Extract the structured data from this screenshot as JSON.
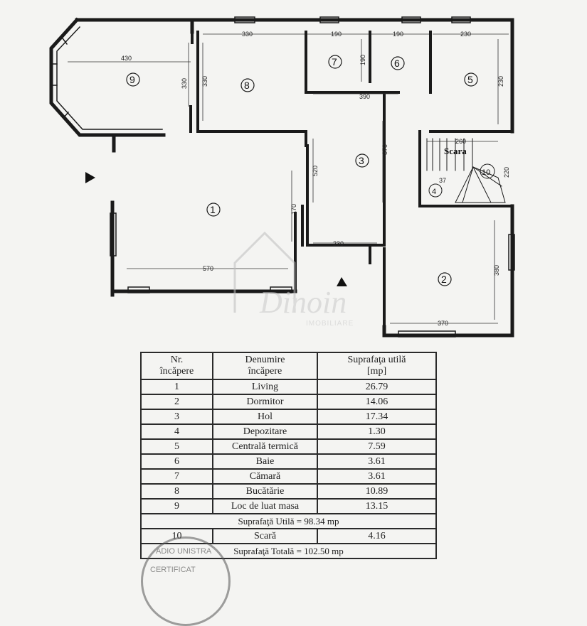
{
  "rooms": [
    {
      "num": "1",
      "name": "Living",
      "area": "26.79"
    },
    {
      "num": "2",
      "name": "Dormitor",
      "area": "14.06"
    },
    {
      "num": "3",
      "name": "Hol",
      "area": "17.34"
    },
    {
      "num": "4",
      "name": "Depozitare",
      "area": "1.30"
    },
    {
      "num": "5",
      "name": "Centrală termică",
      "area": "7.59"
    },
    {
      "num": "6",
      "name": "Baie",
      "area": "3.61"
    },
    {
      "num": "7",
      "name": "Cămară",
      "area": "3.61"
    },
    {
      "num": "8",
      "name": "Bucătărie",
      "area": "10.89"
    },
    {
      "num": "9",
      "name": "Loc de luat masa",
      "area": "13.15"
    }
  ],
  "table": {
    "head": {
      "nr1": "Nr.",
      "nr2": "încăpere",
      "den1": "Denumire",
      "den2": "încăpere",
      "sup1": "Suprafaţa utilă",
      "sup2": "[mp]"
    },
    "util": "Suprafaţă Utilă = 98.34 mp",
    "stair": {
      "num": "10",
      "name": "Scară",
      "area": "4.16"
    },
    "total": "Suprafaţă Totală = 102.50 mp"
  },
  "plan": {
    "dims": {
      "d430": "430",
      "d330a": "330",
      "d190a": "190",
      "d190b": "190",
      "d230a": "230",
      "d330v1": "330",
      "d330v2": "330",
      "d190v": "190",
      "d390": "390",
      "d230v": "230",
      "d260": "260",
      "d520": "520",
      "d370v": "370",
      "d170": "170",
      "d230b": "230",
      "d570": "570",
      "d380": "380",
      "d370h": "370",
      "d220": "220",
      "d37": "37"
    },
    "labels": {
      "r1": "1",
      "r2": "2",
      "r3": "3",
      "r4": "4",
      "r5": "5",
      "r6": "6",
      "r7": "7",
      "r8": "8",
      "r9": "9",
      "r10": "10",
      "scara": "Scara"
    }
  },
  "watermark": {
    "brand": "Dinoin",
    "sub": "IMOBILIARE"
  },
  "stamp": {
    "top": "ADIO UNISTRA",
    "bottom": "CERTIFICAT"
  }
}
